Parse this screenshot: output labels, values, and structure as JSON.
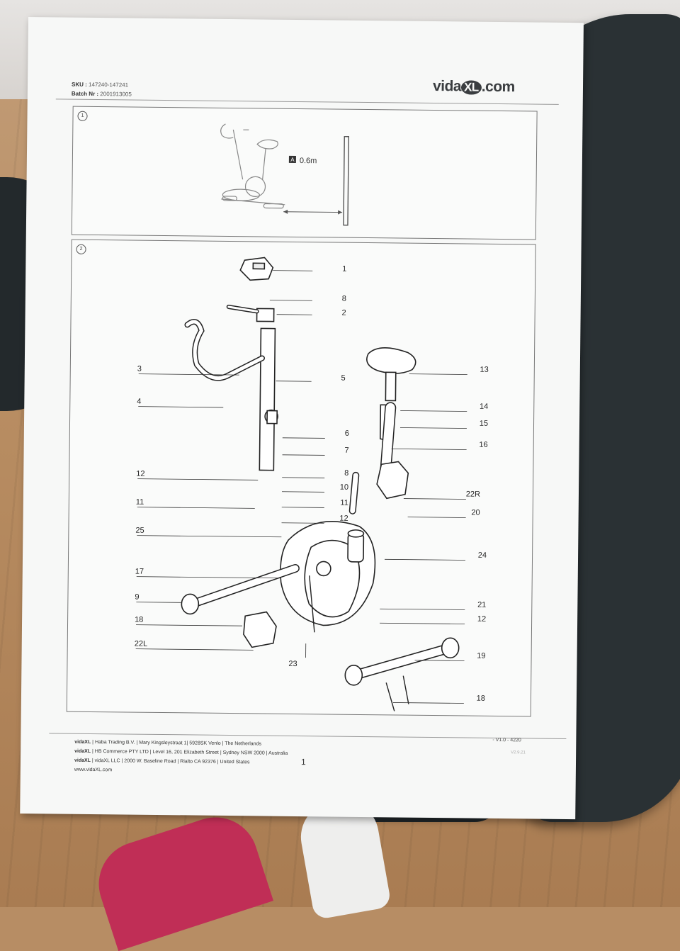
{
  "header": {
    "sku_label": "SKU :",
    "sku_value": "147240-147241",
    "batch_label": "Batch Nr :",
    "batch_value": "2001913005",
    "logo_vida": "vida",
    "logo_x": "XL",
    "logo_suffix": ".com"
  },
  "step1": {
    "number": "1",
    "clearance_badge": "A",
    "clearance_value": "0.6m"
  },
  "step2": {
    "number": "2",
    "parts": [
      "1",
      "8",
      "2",
      "3",
      "5",
      "4",
      "13",
      "14",
      "15",
      "6",
      "16",
      "7",
      "12",
      "8",
      "10",
      "11",
      "11",
      "12",
      "22R",
      "20",
      "25",
      "24",
      "17",
      "9",
      "21",
      "18",
      "12",
      "22L",
      "19",
      "23",
      "18"
    ]
  },
  "footer": {
    "lines": [
      {
        "company": "vidaXL",
        "text": "| Haba Trading B.V. | Mary Kingsleystraat 1| 5928SK Venlo | The Netherlands"
      },
      {
        "company": "vidaXL",
        "text": "| HB Commerce PTY LTD | Level 16, 201 Elizabeth Street | Sydney NSW 2000 | Australia"
      },
      {
        "company": "vidaXL",
        "text": "| vidaXL LLC | 2000 W. Baseline Road | Rialto CA 92376 | United States"
      }
    ],
    "website": "www.vidaXL.com",
    "page_number": "1",
    "version": "- V1.0 -  4220",
    "build": "V2.9.21"
  }
}
